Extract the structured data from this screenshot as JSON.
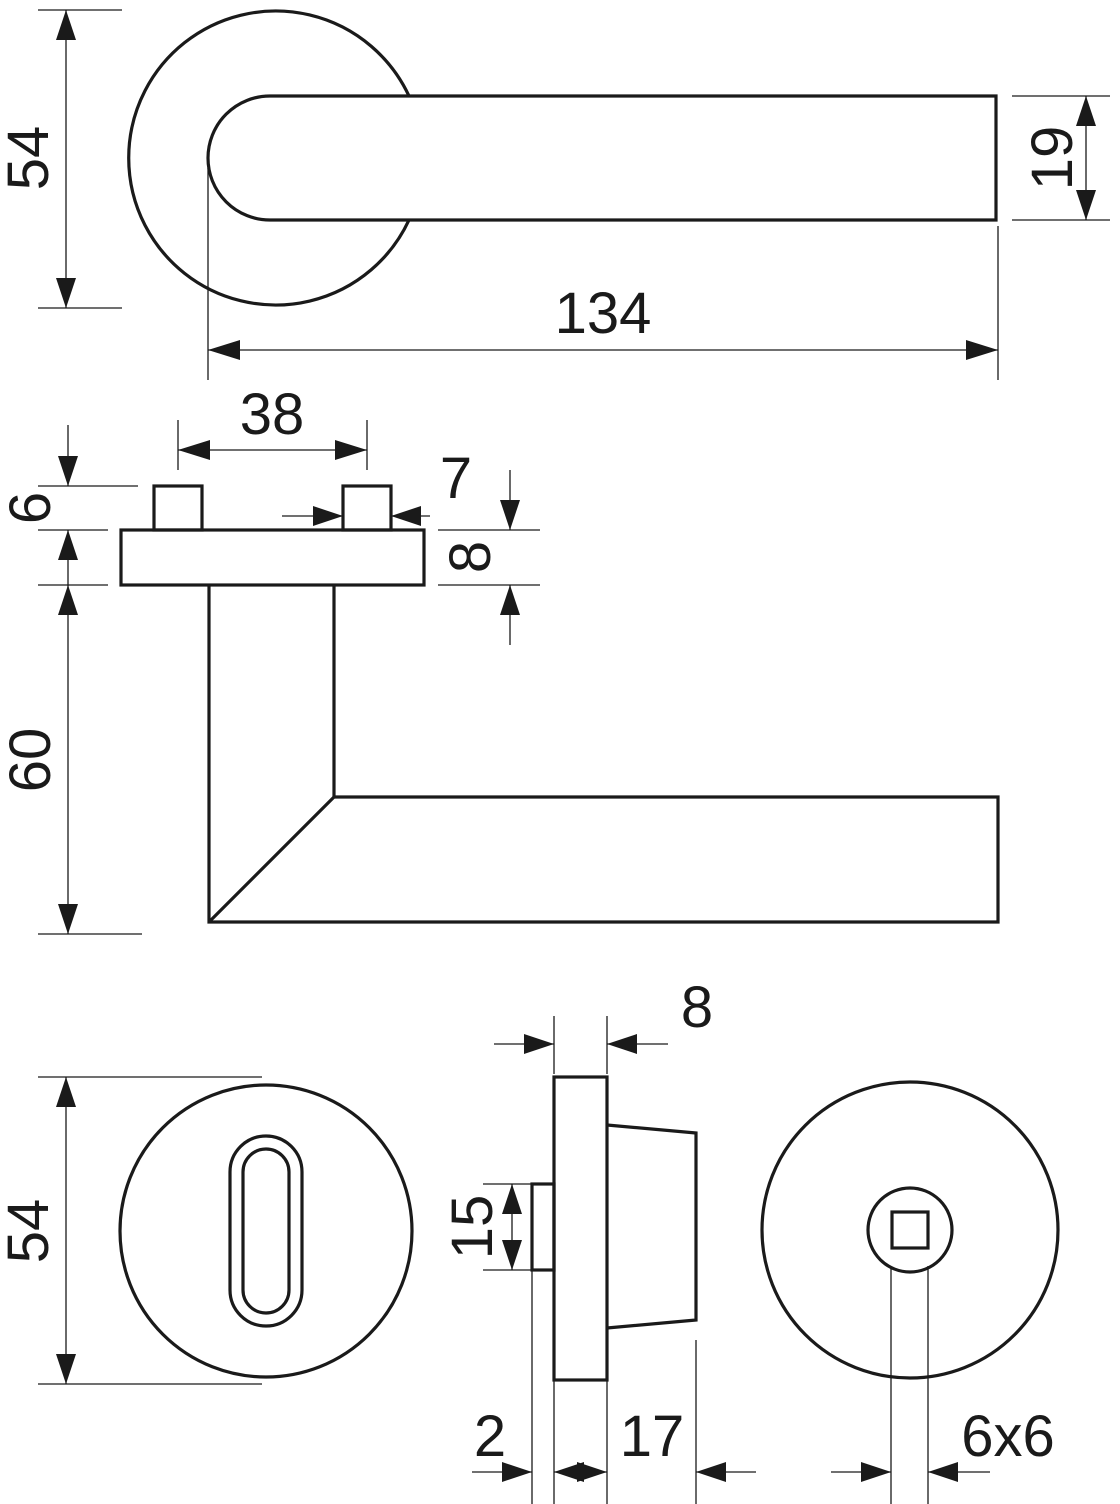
{
  "drawing": {
    "lever_front_view": {
      "rose_diameter": "54",
      "lever_height": "19",
      "lever_length": "134"
    },
    "lever_side_view": {
      "pin_spacing": "38",
      "pin_height": "6",
      "pin_width": "7",
      "rose_thickness": "8",
      "lever_projection": "60"
    },
    "keyhole_escutcheon": {
      "diameter": "54"
    },
    "escutcheon_side_view": {
      "rose_thickness": "8",
      "boss_height": "15",
      "boss_depth": "2",
      "body_depth": "17"
    },
    "privacy_escutcheon": {
      "square_size": "6x6"
    }
  }
}
